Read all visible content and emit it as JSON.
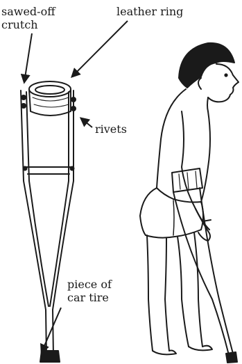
{
  "labels": {
    "sawed_off_line1": "sawed-off",
    "sawed_off_line2": "crutch",
    "leather_ring": "leather ring",
    "rivets": "rivets",
    "tire_line1": "piece of",
    "tire_line2": "car tire"
  },
  "colors": {
    "ink": "#1a1a1a",
    "paper": "#ffffff"
  }
}
